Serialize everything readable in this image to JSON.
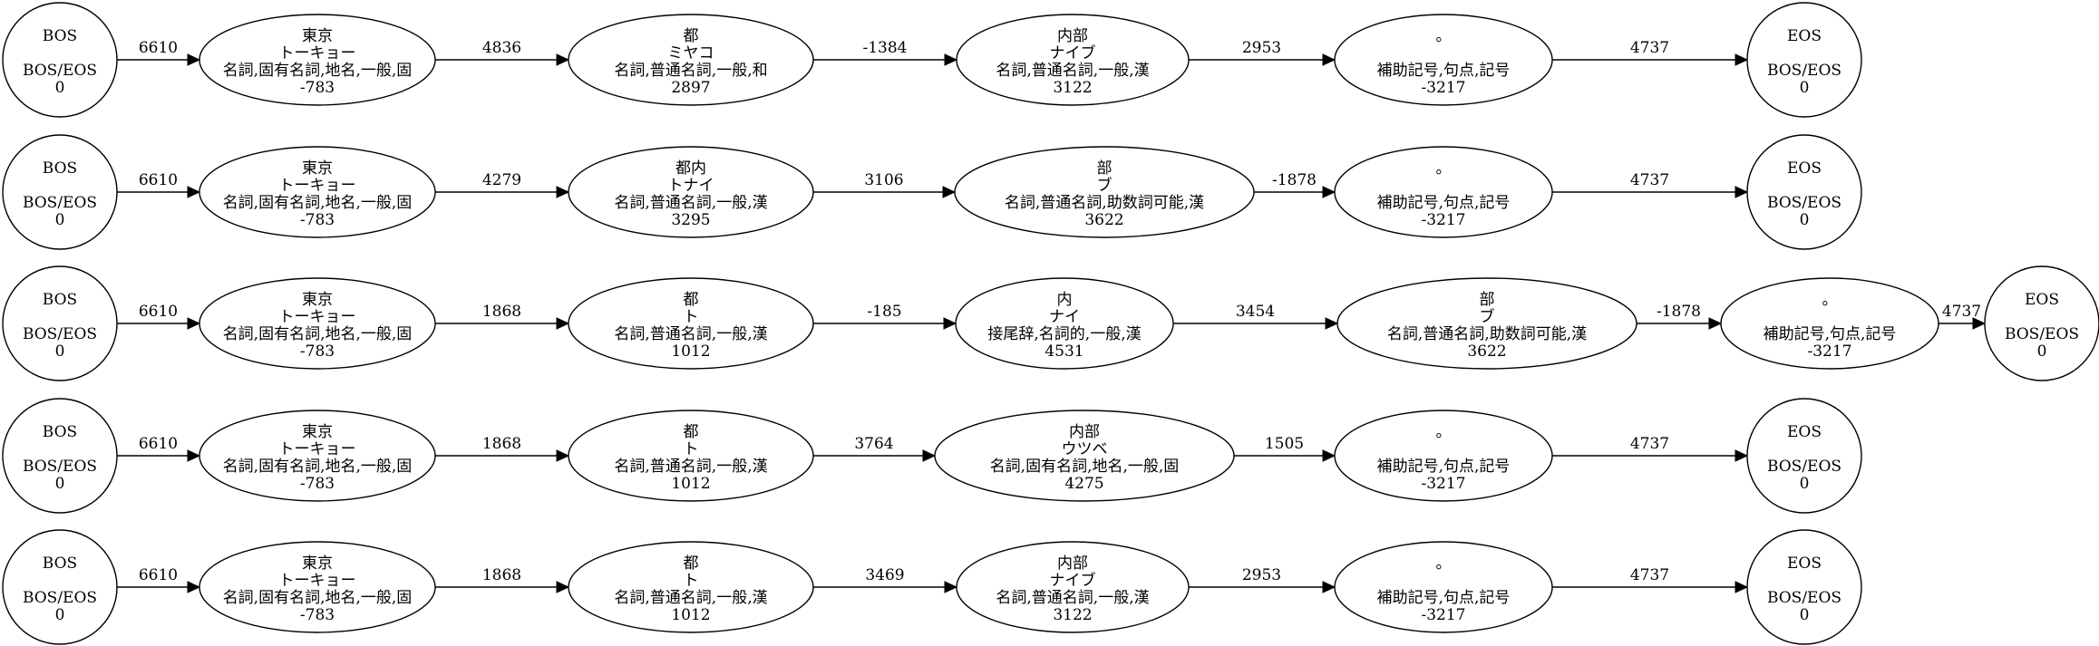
{
  "paths": [
    {
      "nodes": [
        {
          "surface": "BOS",
          "reading": "",
          "pos": "BOS/EOS",
          "cost": "0"
        },
        {
          "surface": "東京",
          "reading": "トーキョー",
          "pos": "名詞,固有名詞,地名,一般,固",
          "cost": "-783"
        },
        {
          "surface": "都",
          "reading": "ミヤコ",
          "pos": "名詞,普通名詞,一般,和",
          "cost": "2897"
        },
        {
          "surface": "内部",
          "reading": "ナイブ",
          "pos": "名詞,普通名詞,一般,漢",
          "cost": "3122"
        },
        {
          "surface": "。",
          "reading": "",
          "pos": "補助記号,句点,記号",
          "cost": "-3217"
        },
        {
          "surface": "EOS",
          "reading": "",
          "pos": "BOS/EOS",
          "cost": "0"
        }
      ],
      "edges": [
        "6610",
        "4836",
        "-1384",
        "2953",
        "4737"
      ]
    },
    {
      "nodes": [
        {
          "surface": "BOS",
          "reading": "",
          "pos": "BOS/EOS",
          "cost": "0"
        },
        {
          "surface": "東京",
          "reading": "トーキョー",
          "pos": "名詞,固有名詞,地名,一般,固",
          "cost": "-783"
        },
        {
          "surface": "都内",
          "reading": "トナイ",
          "pos": "名詞,普通名詞,一般,漢",
          "cost": "3295"
        },
        {
          "surface": "部",
          "reading": "ブ",
          "pos": "名詞,普通名詞,助数詞可能,漢",
          "cost": "3622"
        },
        {
          "surface": "。",
          "reading": "",
          "pos": "補助記号,句点,記号",
          "cost": "-3217"
        },
        {
          "surface": "EOS",
          "reading": "",
          "pos": "BOS/EOS",
          "cost": "0"
        }
      ],
      "edges": [
        "6610",
        "4279",
        "3106",
        "-1878",
        "4737"
      ]
    },
    {
      "nodes": [
        {
          "surface": "BOS",
          "reading": "",
          "pos": "BOS/EOS",
          "cost": "0"
        },
        {
          "surface": "東京",
          "reading": "トーキョー",
          "pos": "名詞,固有名詞,地名,一般,固",
          "cost": "-783"
        },
        {
          "surface": "都",
          "reading": "ト",
          "pos": "名詞,普通名詞,一般,漢",
          "cost": "1012"
        },
        {
          "surface": "内",
          "reading": "ナイ",
          "pos": "接尾辞,名詞的,一般,漢",
          "cost": "4531"
        },
        {
          "surface": "部",
          "reading": "ブ",
          "pos": "名詞,普通名詞,助数詞可能,漢",
          "cost": "3622"
        },
        {
          "surface": "。",
          "reading": "",
          "pos": "補助記号,句点,記号",
          "cost": "-3217"
        },
        {
          "surface": "EOS",
          "reading": "",
          "pos": "BOS/EOS",
          "cost": "0"
        }
      ],
      "edges": [
        "6610",
        "1868",
        "-185",
        "3454",
        "-1878",
        "4737"
      ]
    },
    {
      "nodes": [
        {
          "surface": "BOS",
          "reading": "",
          "pos": "BOS/EOS",
          "cost": "0"
        },
        {
          "surface": "東京",
          "reading": "トーキョー",
          "pos": "名詞,固有名詞,地名,一般,固",
          "cost": "-783"
        },
        {
          "surface": "都",
          "reading": "ト",
          "pos": "名詞,普通名詞,一般,漢",
          "cost": "1012"
        },
        {
          "surface": "内部",
          "reading": "ウツベ",
          "pos": "名詞,固有名詞,地名,一般,固",
          "cost": "4275"
        },
        {
          "surface": "。",
          "reading": "",
          "pos": "補助記号,句点,記号",
          "cost": "-3217"
        },
        {
          "surface": "EOS",
          "reading": "",
          "pos": "BOS/EOS",
          "cost": "0"
        }
      ],
      "edges": [
        "6610",
        "1868",
        "3764",
        "1505",
        "4737"
      ]
    },
    {
      "nodes": [
        {
          "surface": "BOS",
          "reading": "",
          "pos": "BOS/EOS",
          "cost": "0"
        },
        {
          "surface": "東京",
          "reading": "トーキョー",
          "pos": "名詞,固有名詞,地名,一般,固",
          "cost": "-783"
        },
        {
          "surface": "都",
          "reading": "ト",
          "pos": "名詞,普通名詞,一般,漢",
          "cost": "1012"
        },
        {
          "surface": "内部",
          "reading": "ナイブ",
          "pos": "名詞,普通名詞,一般,漢",
          "cost": "3122"
        },
        {
          "surface": "。",
          "reading": "",
          "pos": "補助記号,句点,記号",
          "cost": "-3217"
        },
        {
          "surface": "EOS",
          "reading": "",
          "pos": "BOS/EOS",
          "cost": "0"
        }
      ],
      "edges": [
        "6610",
        "1868",
        "3469",
        "2953",
        "4737"
      ]
    }
  ]
}
